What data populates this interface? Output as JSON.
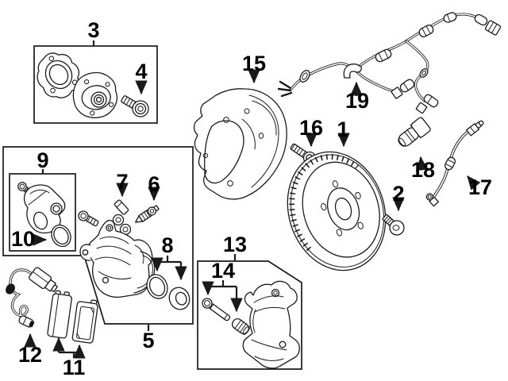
{
  "diagram": {
    "background_color": "#ffffff",
    "line_color": "#1a1a1a",
    "callouts": [
      "1",
      "2",
      "3",
      "4",
      "5",
      "6",
      "7",
      "8",
      "9",
      "10",
      "11",
      "12",
      "13",
      "14",
      "15",
      "16",
      "17",
      "18",
      "19"
    ]
  }
}
